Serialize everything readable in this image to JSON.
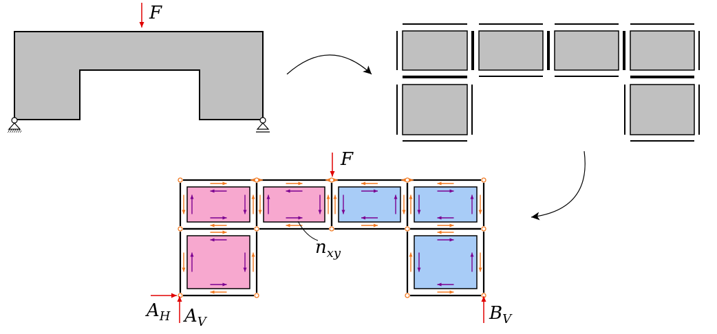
{
  "labels": {
    "force_top": "F",
    "force_bottom": "F",
    "shear_flow": "n",
    "shear_flow_sub": "xy",
    "reaction_h": "A",
    "reaction_h_sub": "H",
    "reaction_av": "A",
    "reaction_av_sub": "V",
    "reaction_bv": "B",
    "reaction_bv_sub": "V"
  },
  "colors": {
    "load_arrow": "#e00000",
    "body_fill": "#c0c0c0",
    "panel_pink": "#f7a8cf",
    "panel_blue": "#a8ccf7",
    "shear_orange": "#f07820",
    "shear_purple": "#7a0090"
  },
  "icons": [
    "pin-support-icon",
    "roller-support-icon",
    "curved-arrow-icon",
    "force-arrow-icon"
  ]
}
